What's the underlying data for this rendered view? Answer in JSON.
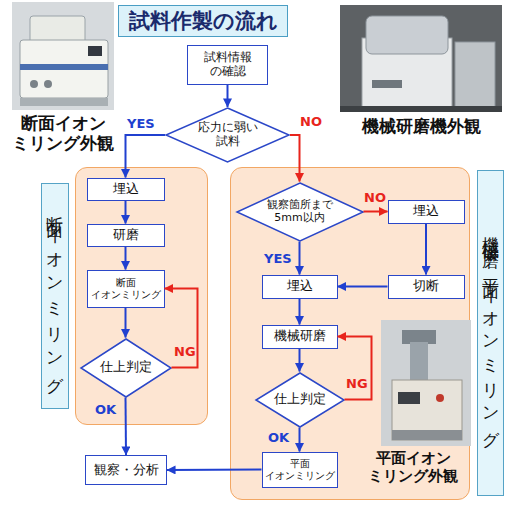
{
  "diagram": {
    "title": "試料作製の流れ",
    "nodes": [
      {
        "text": [
          "試料情報 の確認"
        ]
      },
      {
        "text": [
          "応力に弱い 試料"
        ]
      },
      {
        "text": [
          "断面イオンミリング"
        ]
      },
      {
        "text": [
          "埋込"
        ],
        "in": 2
      },
      {
        "text": [
          "研磨"
        ],
        "in": 2
      },
      {
        "text": [
          "断面 イオンミリング"
        ],
        "in": 2
      },
      {
        "text": [
          "仕上判定"
        ],
        "in": 2
      },
      {
        "text": [
          "機械研磨＋平面イオンミリング"
        ]
      },
      {
        "text": [
          "観察箇所まで 5mm以内"
        ],
        "in": 7
      },
      {
        "text": [
          "埋込"
        ],
        "in": 7
      },
      {
        "text": [
          "埋込"
        ],
        "in": 7
      },
      {
        "text": [
          "切断"
        ],
        "in": 7
      },
      {
        "text": [
          "機械研磨"
        ],
        "in": 7
      },
      {
        "text": [
          "仕上判定"
        ],
        "in": 7
      },
      {
        "text": [
          "平面 イオンミリング"
        ],
        "in": 7
      },
      {
        "text": [
          "観察・分析"
        ]
      }
    ],
    "edges": [
      {
        "from": 0,
        "to": 1,
        "arrow": "to"
      },
      {
        "from": 1,
        "to": 3,
        "label": "YES",
        "arrow": "to"
      },
      {
        "from": 1,
        "to": 8,
        "label": "NO",
        "arrow": "to"
      },
      {
        "from": 3,
        "to": 4,
        "arrow": "to"
      },
      {
        "from": 4,
        "to": 5,
        "arrow": "to"
      },
      {
        "from": 5,
        "to": 6,
        "arrow": "to"
      },
      {
        "from": 6,
        "to": 5,
        "label": "NG",
        "arrow": "to"
      },
      {
        "from": 6,
        "to": 15,
        "label": "OK",
        "arrow": "to"
      },
      {
        "from": 8,
        "to": 9,
        "label": "NO",
        "arrow": "to"
      },
      {
        "from": 8,
        "to": 10,
        "label": "YES",
        "arrow": "to"
      },
      {
        "from": 9,
        "to": 11,
        "arrow": "to"
      },
      {
        "from": 11,
        "to": 10,
        "arrow": "to"
      },
      {
        "from": 10,
        "to": 12,
        "arrow": "to"
      },
      {
        "from": 12,
        "to": 13,
        "arrow": "to"
      },
      {
        "from": 13,
        "to": 12,
        "label": "NG",
        "arrow": "to"
      },
      {
        "from": 13,
        "to": 14,
        "label": "OK",
        "arrow": "to"
      },
      {
        "from": 14,
        "to": 15,
        "arrow": "to"
      }
    ],
    "labels": [
      "断面イオン ミリング外観",
      "機械研磨機外観",
      "平面イオン ミリング外観"
    ]
  }
}
